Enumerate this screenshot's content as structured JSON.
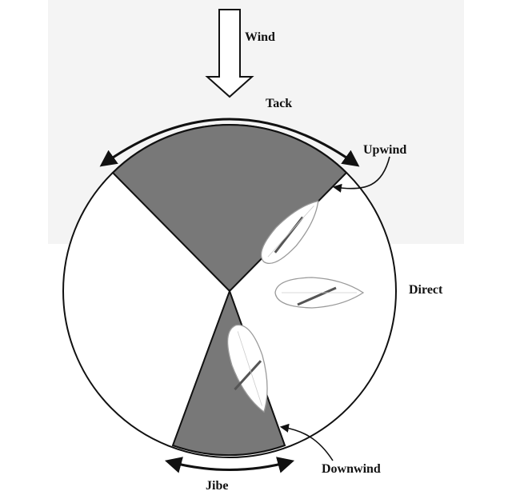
{
  "labels": {
    "wind": "Wind",
    "tack": "Tack",
    "upwind": "Upwind",
    "direct": "Direct",
    "downwind": "Downwind",
    "jibe": "Jibe"
  },
  "colors": {
    "sector_fill": "#787878",
    "outline": "#111111",
    "boat_outline": "#9a9a9a"
  },
  "icons": {
    "wind": "wind-arrow-icon",
    "boat": "sailboat-icon"
  }
}
